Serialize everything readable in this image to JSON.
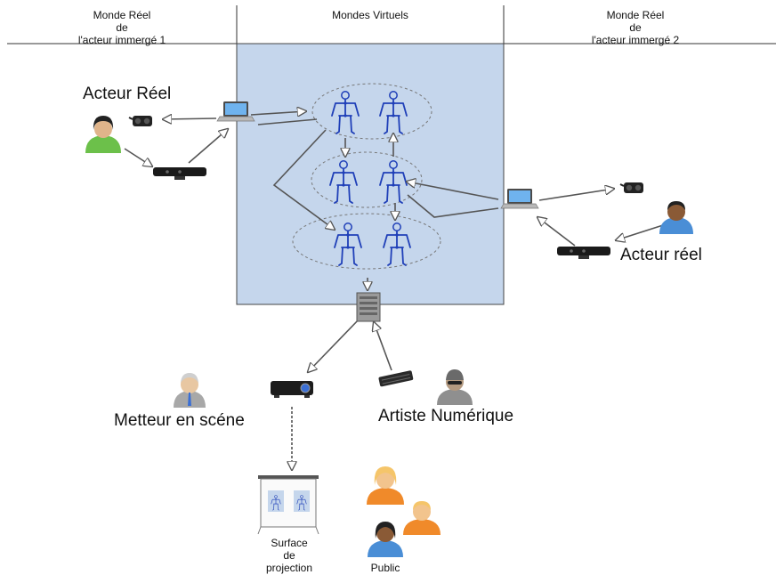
{
  "header": {
    "left": [
      "Monde Réel",
      "de",
      "l'acteur immergé 1"
    ],
    "center": "Mondes Virtuels",
    "right": [
      "Monde Réel",
      "de",
      "l'acteur immergé 2"
    ]
  },
  "labels": {
    "actor1": "Acteur Réel",
    "actor2": "Acteur réel",
    "director": "Metteur en scéne",
    "artist": "Artiste Numérique",
    "surface": [
      "Surface",
      "de",
      "projection"
    ],
    "public": "Public"
  },
  "icons": [
    "person-icon",
    "vr-headset-icon",
    "kinect-icon",
    "laptop-icon",
    "skeleton-icon",
    "server-icon",
    "projector-icon",
    "keyboard-icon",
    "projection-screen-icon"
  ],
  "colors": {
    "virtual_world_bg": "#c5d6ec",
    "skeleton": "#1f3fb8",
    "person_green": "#6cc04a",
    "person_blue": "#4a8ed6",
    "person_orange": "#f08a2a",
    "person_gray": "#a8a8a8"
  }
}
